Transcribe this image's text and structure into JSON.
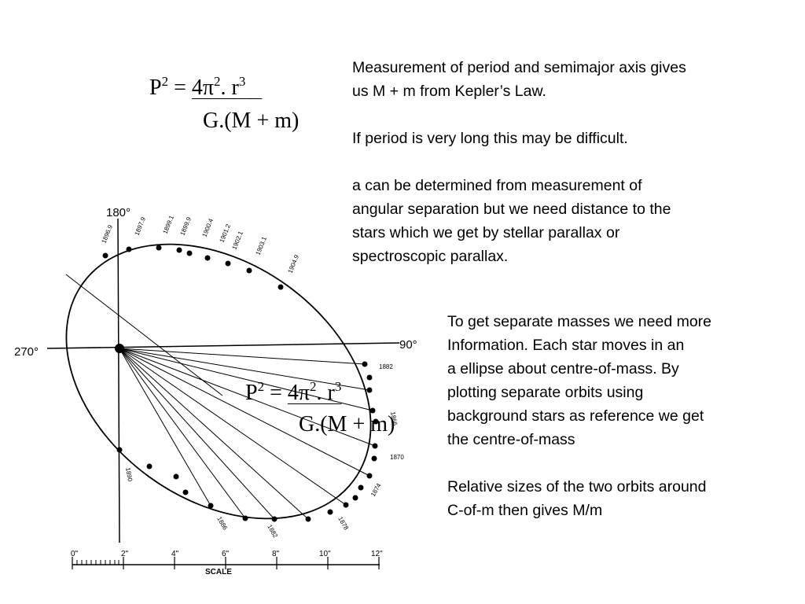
{
  "formula_main": {
    "lhs": "P",
    "lhs_exp": "2",
    "eq": " = ",
    "num_a": "4π",
    "num_a_exp": "2",
    "num_b": ". r",
    "num_b_exp": "3",
    "den": "G.(M + m)"
  },
  "formula_overlay": {
    "lhs": "P",
    "lhs_exp": "2",
    "eq": " = ",
    "num_a": "4π",
    "num_a_exp": "2",
    "num_b": ". r",
    "num_b_exp": "3",
    "den": "G.(M + m)"
  },
  "text_right": {
    "p1": [
      "Measurement of period and semimajor axis gives",
      "us M + m from Kepler’s Law."
    ],
    "p2": [
      "If period is very long this may be difficult."
    ],
    "p3": [
      "a can be determined from measurement of",
      "angular separation but we need distance to the",
      "stars which we get by stellar parallax or",
      "spectroscopic parallax."
    ]
  },
  "text_lower": {
    "p1": [
      "To get separate masses we need more",
      "Information. Each star moves in an",
      "a ellipse about centre-of-mass. By",
      "plotting separate orbits using",
      "background stars as reference we get",
      "the centre-of-mass"
    ],
    "p2": [
      "Relative sizes of the two orbits around",
      "C-of-m then gives M/m"
    ]
  },
  "diagram": {
    "axis_labels": {
      "top": "180°",
      "left": "270°",
      "right": "90°"
    },
    "date_labels": [
      "1896.9",
      "1897.9",
      "1899.1",
      "1899.9",
      "1900.4",
      "1901.2",
      "1902.1",
      "1903.1",
      "1904.9",
      "1882",
      "1866",
      "1870",
      "1874",
      "1878",
      "1882",
      "1886",
      "1890"
    ],
    "scale_ticks": [
      "0\"",
      "2\"",
      "4\"",
      "6\"",
      "8\"",
      "10\"",
      "12\""
    ],
    "scale_label": "SCALE"
  }
}
